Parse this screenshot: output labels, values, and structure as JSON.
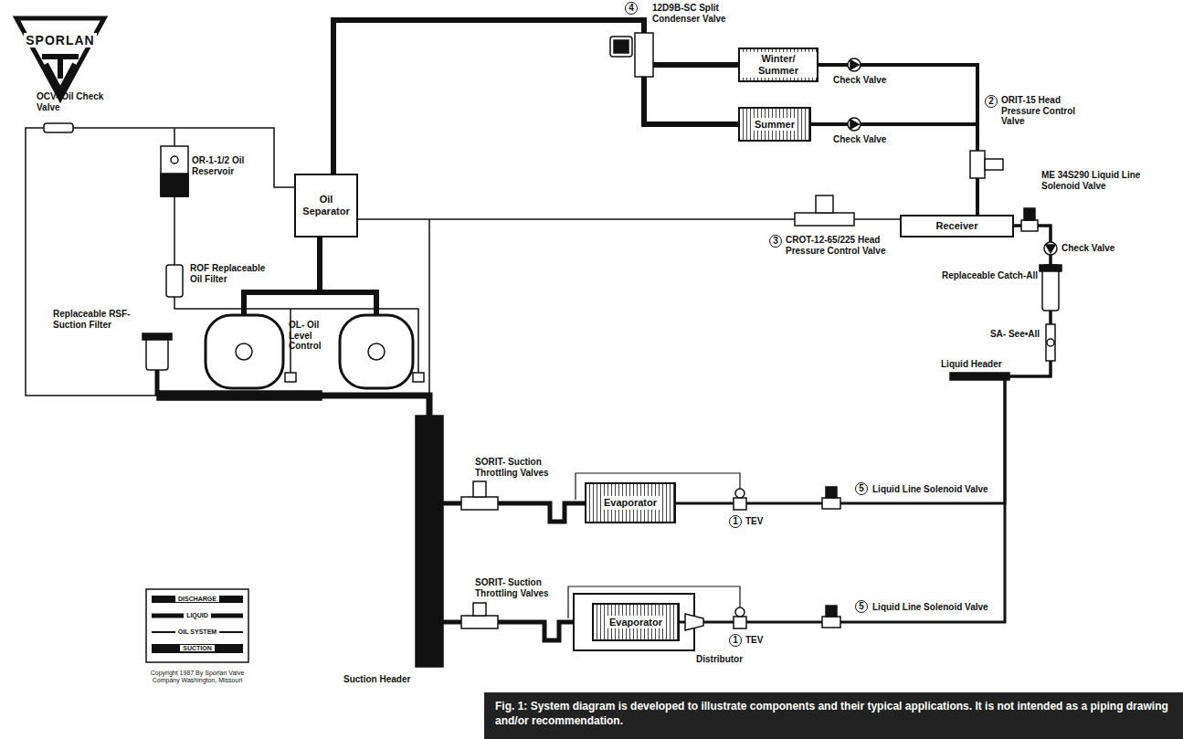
{
  "diagram": {
    "caption": "Fig. 1: System diagram is developed to illustrate components and their typical applications. It is not intended as a piping drawing and/or recommendation.",
    "nodes": [
      {
        "text": [
          "Winter/ Summer"
        ]
      },
      {
        "text": [
          "Summer"
        ]
      },
      {
        "text": [
          "Oil Separator"
        ]
      },
      {
        "text": [
          "Receiver"
        ]
      },
      {
        "text": [
          "Evaporator"
        ]
      },
      {
        "text": [
          "Evaporator"
        ]
      }
    ],
    "edges": [
      {
        "from": 2,
        "to": 0,
        "arrow": "none"
      },
      {
        "from": 2,
        "to": 1,
        "arrow": "none"
      },
      {
        "from": 0,
        "to": 3,
        "arrow": "none"
      },
      {
        "from": 1,
        "to": 3,
        "arrow": "none"
      },
      {
        "from": 3,
        "to": 4,
        "arrow": "none"
      },
      {
        "from": 3,
        "to": 5,
        "arrow": "none"
      }
    ],
    "labels": [
      "SPORLAN",
      "4",
      "12D9B-SC Split Condenser Valve",
      "Check Valve",
      "Check Valve",
      "2",
      "ORIT-15 Head Pressure Control Valve",
      "ME 34S290 Liquid Line Solenoid Valve",
      "OCV- Oil Check Valve",
      "OR-1-1/2 Oil Reservoir",
      "3",
      "CROT-12-65/225 Head Pressure Control Valve",
      "Check Valve",
      "Replaceable Catch-All",
      "ROF Replaceable Oil Filter",
      "SA- See•All",
      "Replaceable RSF- Suction Filter",
      "OL- Oil Level Control",
      "Liquid Header",
      "SORIT- Suction Throttling Valves",
      "5",
      "Liquid Line Solenoid Valve",
      "1",
      "TEV",
      "SORIT- Suction Throttling Valves",
      "5",
      "Liquid Line Solenoid Valve",
      "1",
      "TEV",
      "Distributor",
      "Suction Header",
      "Copyright 1987 By Sporlan Valve Company Washington, Missouri"
    ],
    "legend": [
      {
        "text": "DISCHARGE"
      },
      {
        "text": "LIQUID"
      },
      {
        "text": "OIL SYSTEM"
      },
      {
        "text": "SUCTION"
      }
    ]
  }
}
